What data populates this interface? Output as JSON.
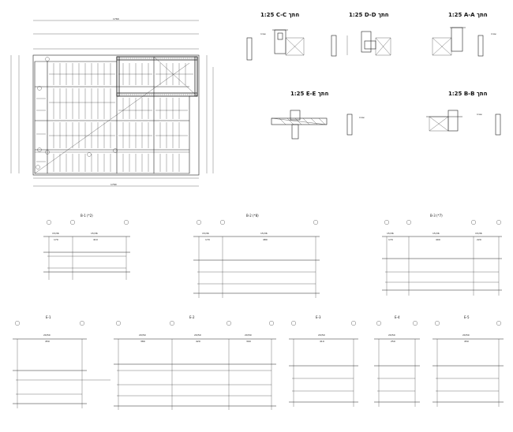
{
  "plan": {
    "dim_top": "1760",
    "dim_bottom": "1760"
  },
  "sections": [
    {
      "label": "1:25 C-C חתך"
    },
    {
      "label": "1:25 D-D חתך"
    },
    {
      "label": "1:25 A-A חתך"
    },
    {
      "label": "1:25 E-E חתך"
    },
    {
      "label": "1:25 B-B חתך"
    }
  ],
  "beams_top": [
    {
      "title": "B-1 (*2)",
      "dims": [
        "15/36",
        "15/36"
      ],
      "spans": [
        "170",
        "410"
      ]
    },
    {
      "title": "B-2 (*8)",
      "dims": [
        "15/36",
        "15/36"
      ],
      "spans": [
        "170",
        "480"
      ]
    },
    {
      "title": "B-3 (*7)",
      "dims": [
        "15/36",
        "15/36",
        "15/36"
      ],
      "spans": [
        "170",
        "400",
        "220"
      ]
    }
  ],
  "beams_bottom": [
    {
      "title": "E-1",
      "dims": [
        "20/50"
      ],
      "spans": [
        "450"
      ]
    },
    {
      "title": "E-2",
      "dims": [
        "20/50",
        "20/50",
        "20/50"
      ],
      "spans": [
        "380",
        "420",
        "300"
      ]
    },
    {
      "title": "E-3",
      "dims": [
        "20/50"
      ],
      "spans": [
        "410"
      ]
    },
    {
      "title": "E-4",
      "dims": [
        "20/50"
      ],
      "spans": [
        "250"
      ]
    },
    {
      "title": "E-5",
      "dims": [
        "20/50"
      ],
      "spans": [
        "450"
      ]
    }
  ]
}
